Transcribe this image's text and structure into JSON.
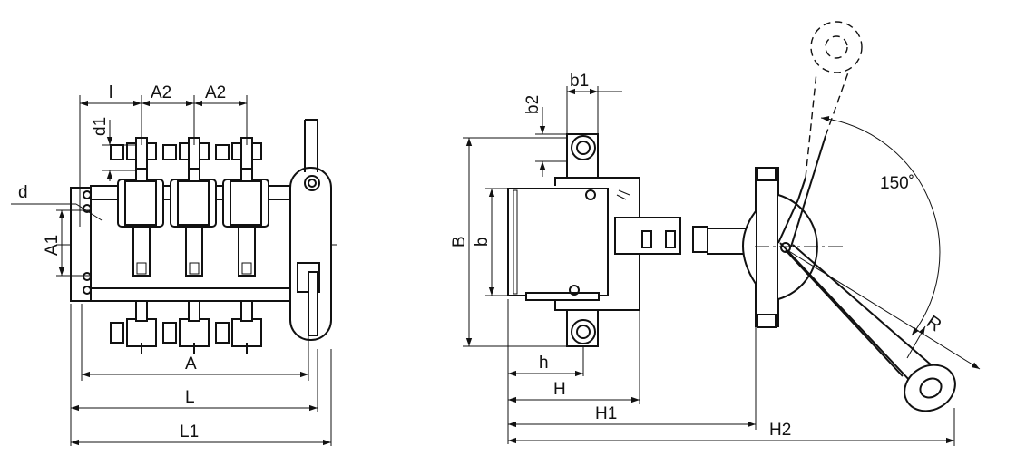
{
  "labels": {
    "l": "l",
    "A2_left": "A2",
    "A2_right": "A2",
    "d1": "d1",
    "d": "d",
    "A1": "A1",
    "A": "A",
    "L": "L",
    "L1": "L1",
    "b1": "b1",
    "b2": "b2",
    "B": "B",
    "b": "b",
    "h": "h",
    "H": "H",
    "H1": "H1",
    "H2": "H2",
    "R": "R",
    "angle": "150˚"
  },
  "colors": {
    "line": "#111111",
    "background": "#ffffff"
  }
}
